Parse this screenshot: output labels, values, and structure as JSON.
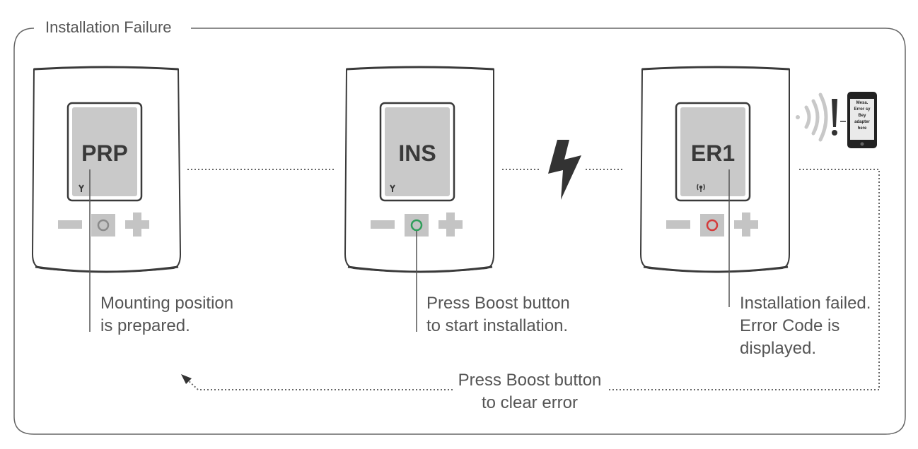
{
  "title": "Installation Failure",
  "steps": [
    {
      "display": "PRP",
      "caption_line1": "Mounting position",
      "caption_line2": "is prepared.",
      "caption_line3": "",
      "boost_color": "#8a8a8a",
      "status_icon": "wrench-icon"
    },
    {
      "display": "INS",
      "caption_line1": "Press Boost button",
      "caption_line2": "to start installation.",
      "caption_line3": "",
      "boost_color": "#2f9e5a",
      "status_icon": "wrench-icon"
    },
    {
      "display": "ER1",
      "caption_line1": "Installation failed.",
      "caption_line2": "Error Code is",
      "caption_line3": "displayed.",
      "boost_color": "#d43a3a",
      "status_icon": "radio-signal-icon"
    }
  ],
  "phone": {
    "screen_line1": "Mesa.",
    "screen_line2": "Error sy",
    "screen_line3": "Bey",
    "screen_line4": "adapter",
    "screen_line5": "here"
  },
  "clear_action": {
    "line1": "Press Boost button",
    "line2": "to clear error"
  },
  "colors": {
    "line": "#555555",
    "device_border": "#3a3a3a",
    "lcd_fill": "#c9c9c9",
    "button_gray": "#c4c4c4"
  }
}
